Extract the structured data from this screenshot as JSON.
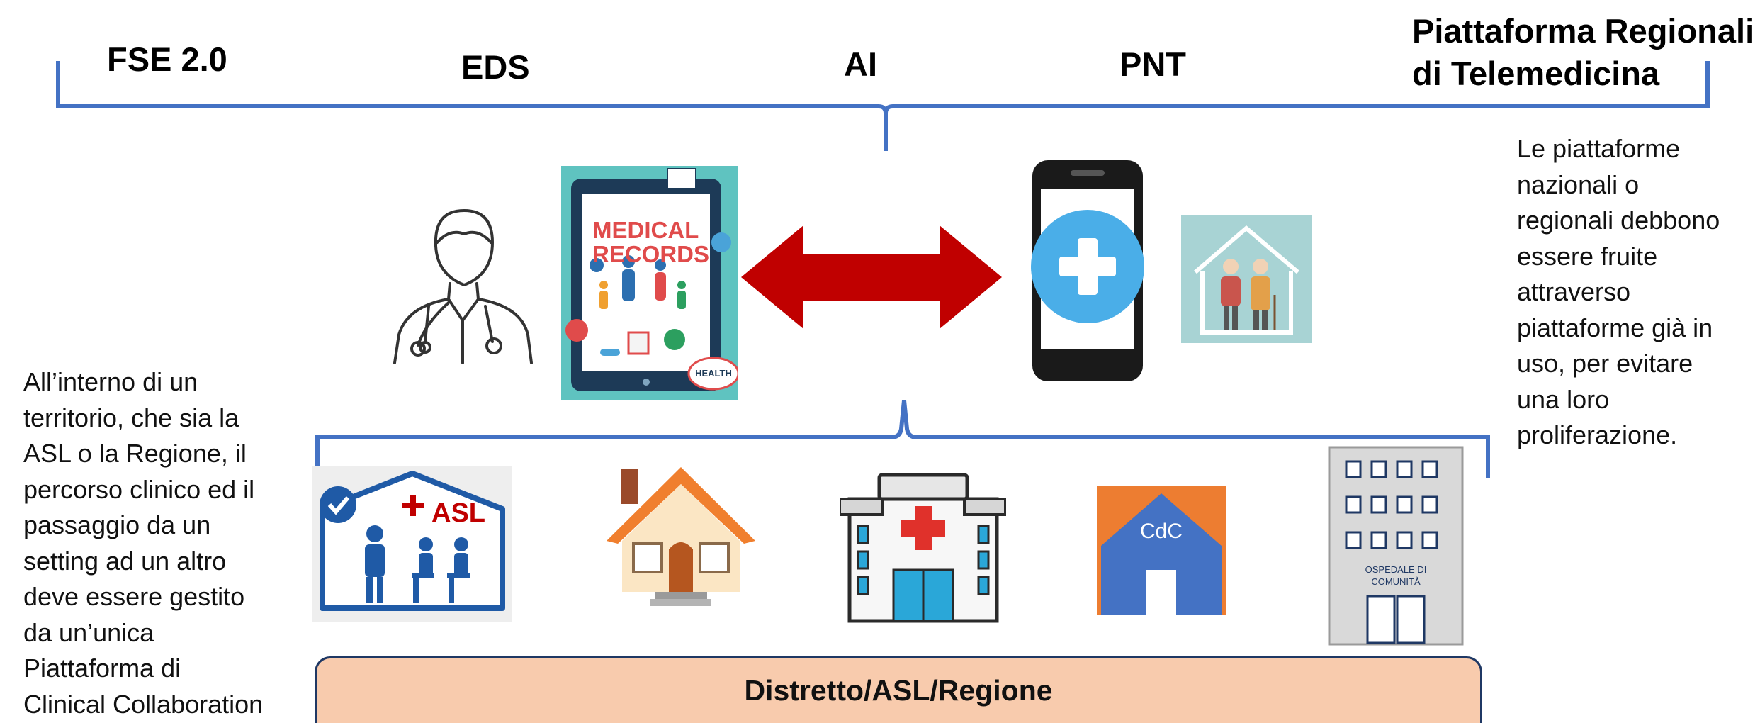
{
  "top_labels": {
    "fse": "FSE 2.0",
    "eds": "EDS",
    "ai": "AI",
    "pnt": "PNT",
    "regional_line1": "Piattaforma Regionali",
    "regional_line2": "di Telemedicina"
  },
  "right_note": [
    "Le piattaforme",
    "nazionali o",
    "regionali debbono",
    "essere fruite",
    "attraverso",
    "piattaforme già in",
    "uso, per evitare",
    "una loro",
    "proliferazione."
  ],
  "left_note": [
    "All’interno di un",
    "territorio, che sia la",
    "ASL o la Regione, il",
    "percorso clinico ed il",
    "passaggio da un",
    "setting ad un altro",
    "deve essere gestito",
    "da un’unica",
    "Piattaforma di",
    "Clinical Collaboration"
  ],
  "medical_records": {
    "line1": "MEDICAL",
    "line2": "RECORDS",
    "badge": "HEALTH"
  },
  "asl_icon_text": "ASL",
  "cdc_icon_text": "CdC",
  "ospedale_line1": "OSPEDALE DI",
  "ospedale_line2": "COMUNITÀ",
  "bottom_bar_label": "Distretto/ASL/Regione",
  "colors": {
    "brace": "#4472c4",
    "arrow": "#c00000",
    "bar_fill": "#f8cbad",
    "bar_border": "#1f3864",
    "asl_blue": "#1f5aa6",
    "cdc_orange": "#ed7d31"
  }
}
